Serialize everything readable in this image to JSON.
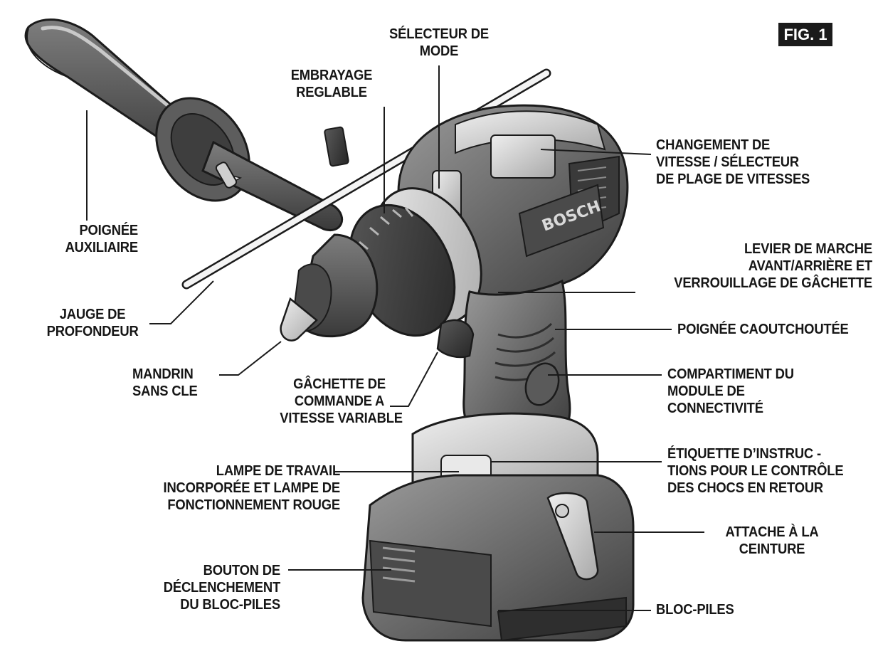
{
  "figure_label": "FIG. 1",
  "brand_text": "BOSCH",
  "labels": {
    "mode_selector": [
      "SÉLECTEUR DE",
      "MODE"
    ],
    "adjustable_clutch": [
      "EMBRAYAGE",
      "REGLABLE"
    ],
    "speed_change": [
      "CHANGEMENT DE",
      "VITESSE / SÉLECTEUR",
      "DE PLAGE DE VITESSES"
    ],
    "auxiliary_handle": [
      "POIGNÉE",
      "AUXILIAIRE"
    ],
    "forward_reverse_lever": [
      "LEVIER DE MARCHE",
      "AVANT/ARRIÈRE ET",
      "VERROUILLAGE DE GÂCHETTE"
    ],
    "depth_gauge": [
      "JAUGE DE",
      "PROFONDEUR"
    ],
    "rubber_grip": [
      "POIGNÉE CAOUTCHOUTÉE"
    ],
    "keyless_chuck": [
      "MANDRIN",
      "SANS CLE"
    ],
    "variable_speed_trigger": [
      "GÂCHETTE DE",
      "COMMANDE A",
      "VITESSE VARIABLE"
    ],
    "connectivity_module": [
      "COMPARTIMENT DU",
      "MODULE DE",
      "CONNECTIVITÉ"
    ],
    "work_light": [
      "LAMPE DE TRAVAIL",
      "INCORPORÉE ET LAMPE DE",
      "FONCTIONNEMENT ROUGE"
    ],
    "kickback_label": [
      "ÉTIQUETTE D’INSTRUC -",
      "TIONS POUR LE CONTRÔLE",
      "DES CHOCS EN RETOUR"
    ],
    "belt_clip": [
      "ATTACHE À LA",
      "CEINTURE"
    ],
    "battery_release": [
      "BOUTON DE",
      "DÉCLENCHEMENT",
      "DU BLOC-PILES"
    ],
    "battery_pack": [
      "BLOC-PILES"
    ]
  },
  "colors": {
    "ink": "#1b1b1b",
    "body": "#6f6f6f",
    "light": "#c9c9c9",
    "paper": "#ffffff"
  }
}
